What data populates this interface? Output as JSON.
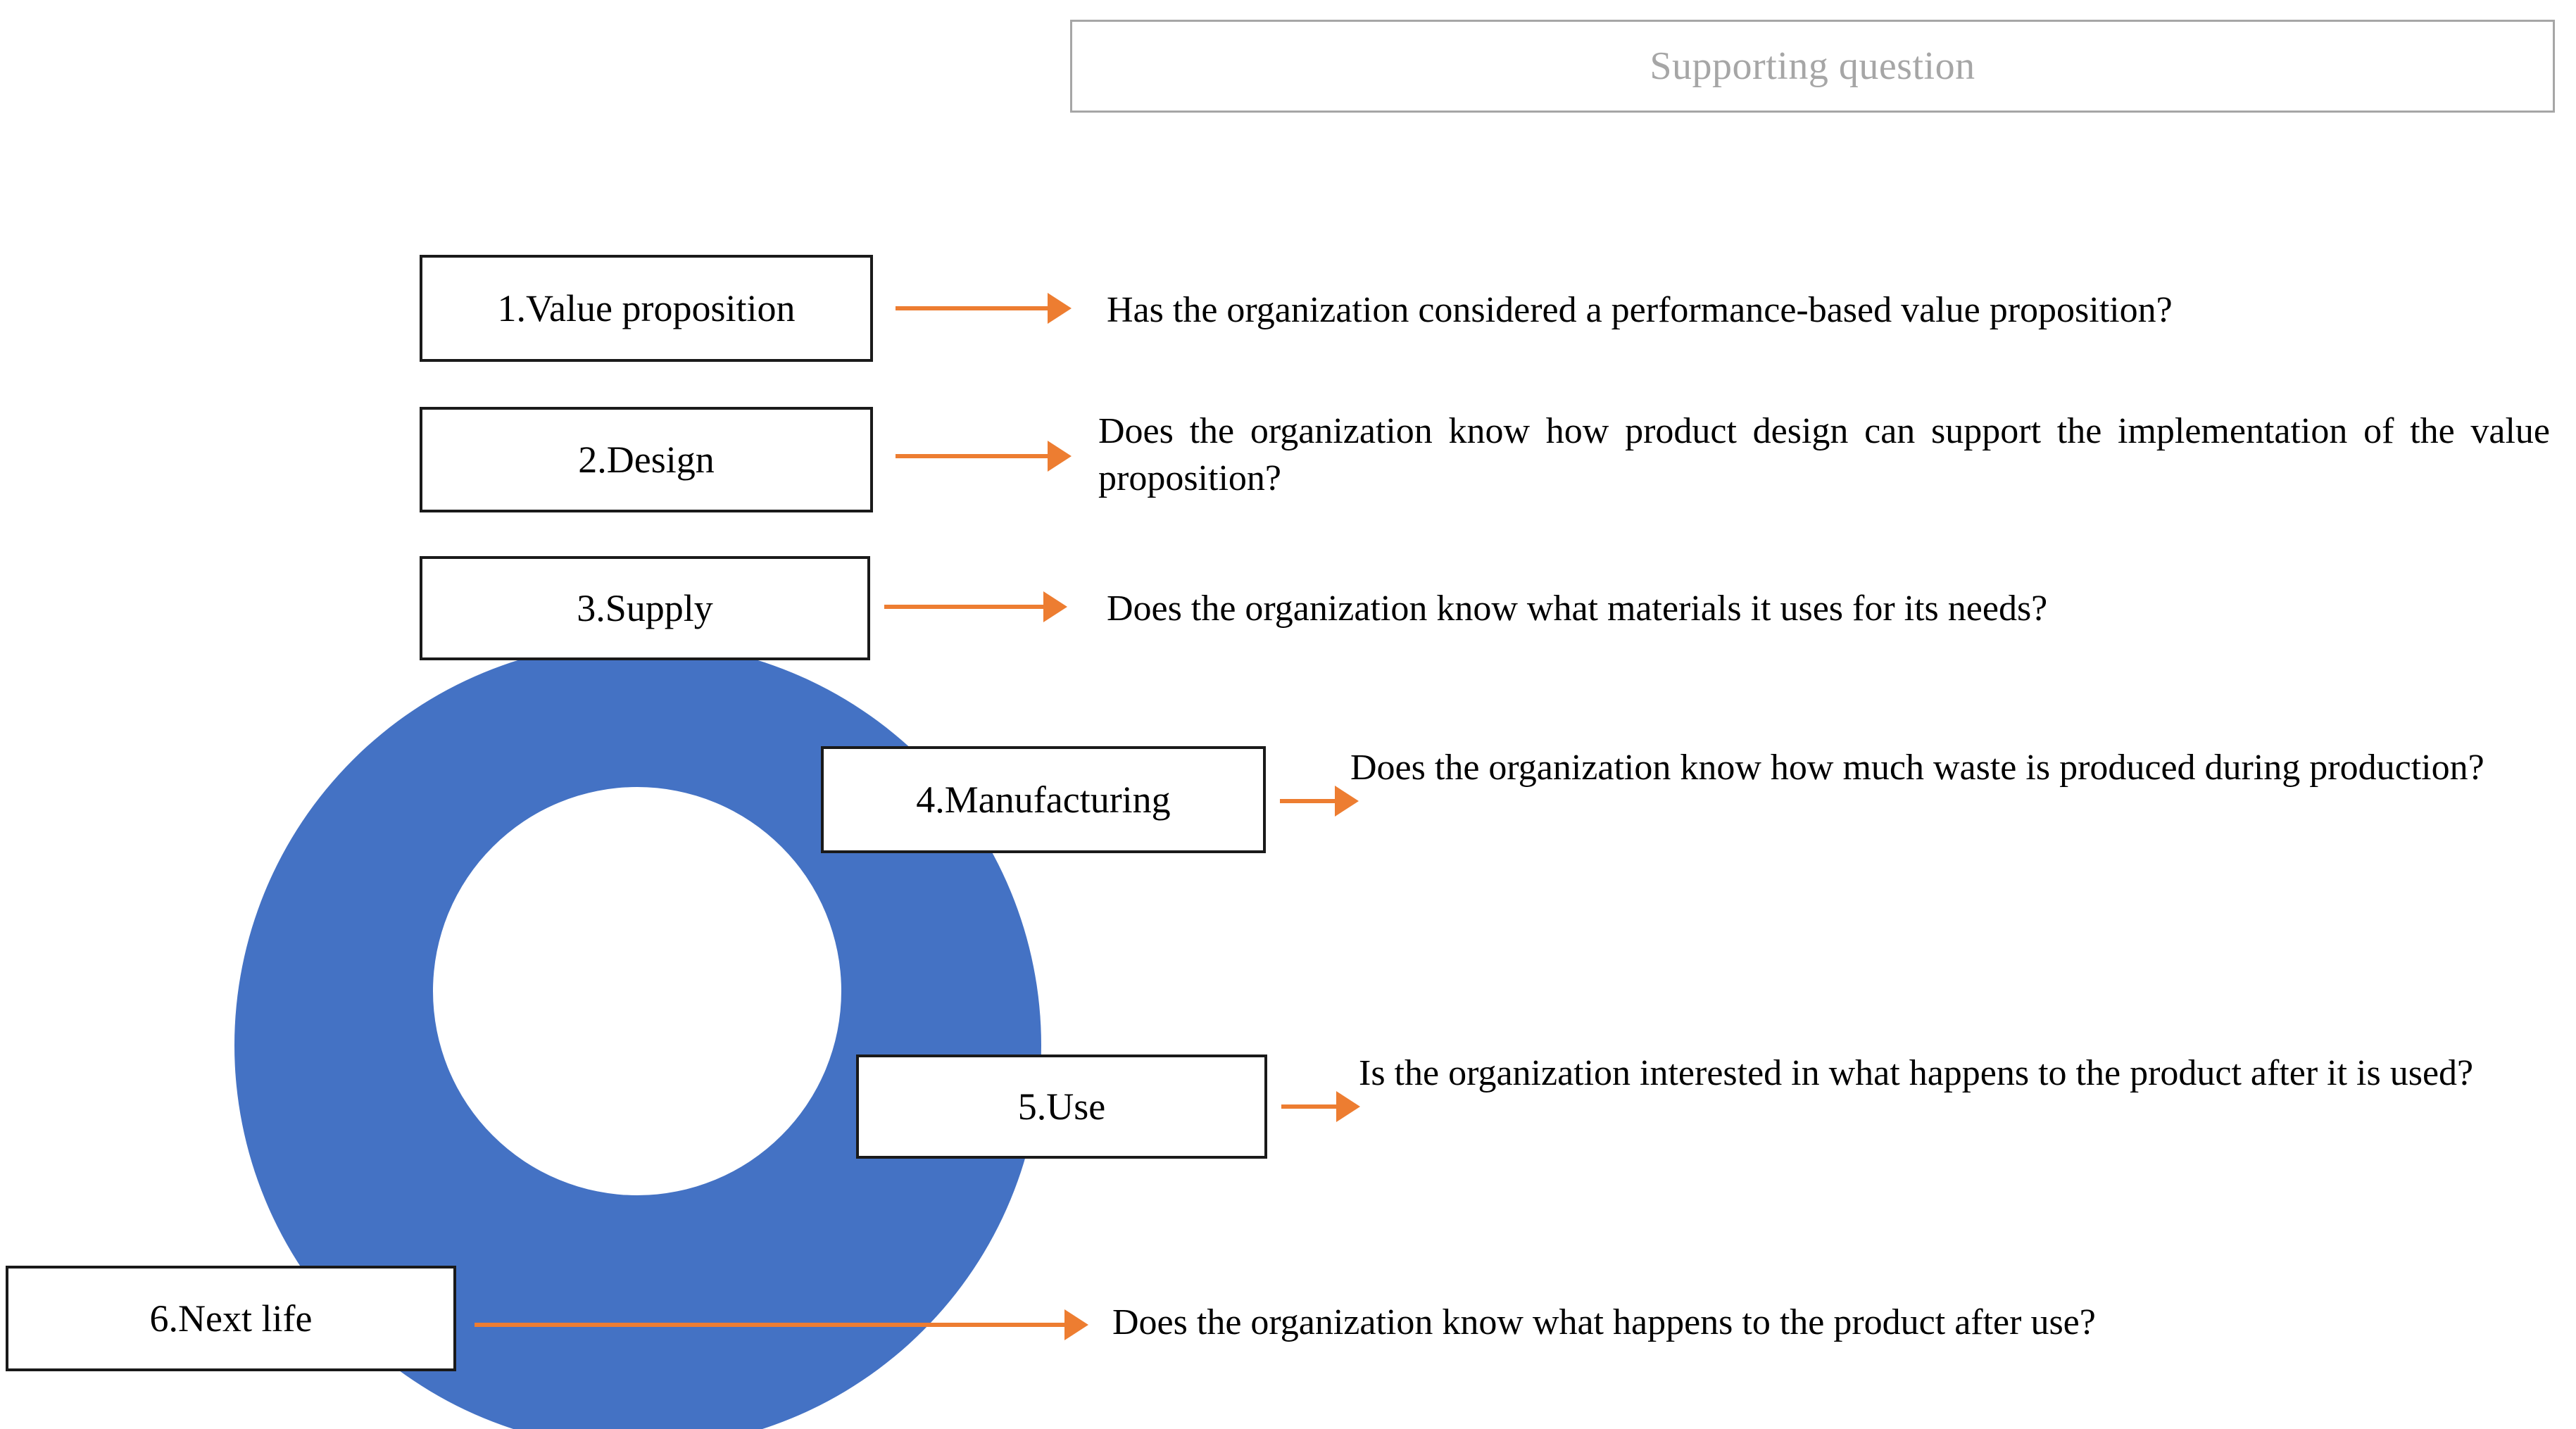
{
  "header": {
    "label": "Supporting question"
  },
  "colors": {
    "donut_blue": "#4472C4",
    "arrow_orange": "#ED7D31",
    "box_border": "#1a1a1a",
    "header_border": "#a6a6a6",
    "header_text": "#a6a6a6"
  },
  "stages": [
    {
      "box_label": "1.Value proposition",
      "question": "Has the organization considered a performance-based value proposition?"
    },
    {
      "box_label": "2.Design",
      "question": "Does the organization know how product design can support the implementation of the value proposition?"
    },
    {
      "box_label": "3.Supply",
      "question": "Does the organization know what materials it uses for its needs?"
    },
    {
      "box_label": "4.Manufacturing",
      "question": "Does the organization know how much waste is produced during production?"
    },
    {
      "box_label": "5.Use",
      "question": "Is the organization interested in what happens to the product after it is used?"
    },
    {
      "box_label": "6.Next life",
      "question": "Does the organization know what happens to the product after use?"
    }
  ]
}
